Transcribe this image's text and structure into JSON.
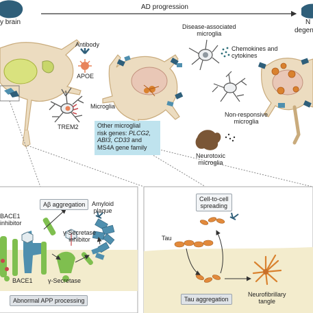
{
  "top": {
    "healthy_brain": "y brain",
    "ad_progression": "AD progression",
    "right_top": "N",
    "right_sub": "degen"
  },
  "labels": {
    "antibody": "Antibody",
    "apoe": "APOE",
    "microglia": "Microglia",
    "trem2": "TREM2",
    "dam": "Disease-associated\nmicroglia",
    "chemokines": "Chemokines and\ncytokines",
    "nonresponsive": "Non-responsive\nmicroglia",
    "neurotoxic": "Neurotoxic\nmicroglia",
    "risk_l1": "Other microglial",
    "risk_l2a": "risk genes: ",
    "risk_l2b": "PLCG2,",
    "risk_l3a": "ABI3",
    "risk_l3b": ", ",
    "risk_l3c": "CD33",
    "risk_l3d": " and",
    "risk_l4": "MS4A gene family"
  },
  "left_panel": {
    "abeta_aggregation": "Aβ aggregation",
    "amyloid_plaque": "Amyloid\nplaque",
    "bace1_inhibitor": "BACE1\ninhibitor",
    "gamma_inhibitor": "γ-Secretase\ninhibitor",
    "bace1": "BACE1",
    "gamma_secretase": "γ-Secretase",
    "abnormal_app": "Abnormal APP processing"
  },
  "right_panel": {
    "cell_to_cell": "Cell-to-cell\nspreading",
    "tau": "Tau",
    "tau_aggregation": "Tau aggregation",
    "nft": "Neurofibrillary\ntangle"
  },
  "colors": {
    "neuron_fill": "#ecdcc0",
    "neuron_stroke": "#c9ab7c",
    "nucleus": "#e9c7b6",
    "nucleus_stroke": "#c2927d",
    "green": "#7fbf4f",
    "dark_teal": "#2f5f7a",
    "teal": "#4f8fae",
    "orange": "#e28a3c",
    "membrane": "#f3eccd",
    "risk_box": "#bfe3ee"
  }
}
